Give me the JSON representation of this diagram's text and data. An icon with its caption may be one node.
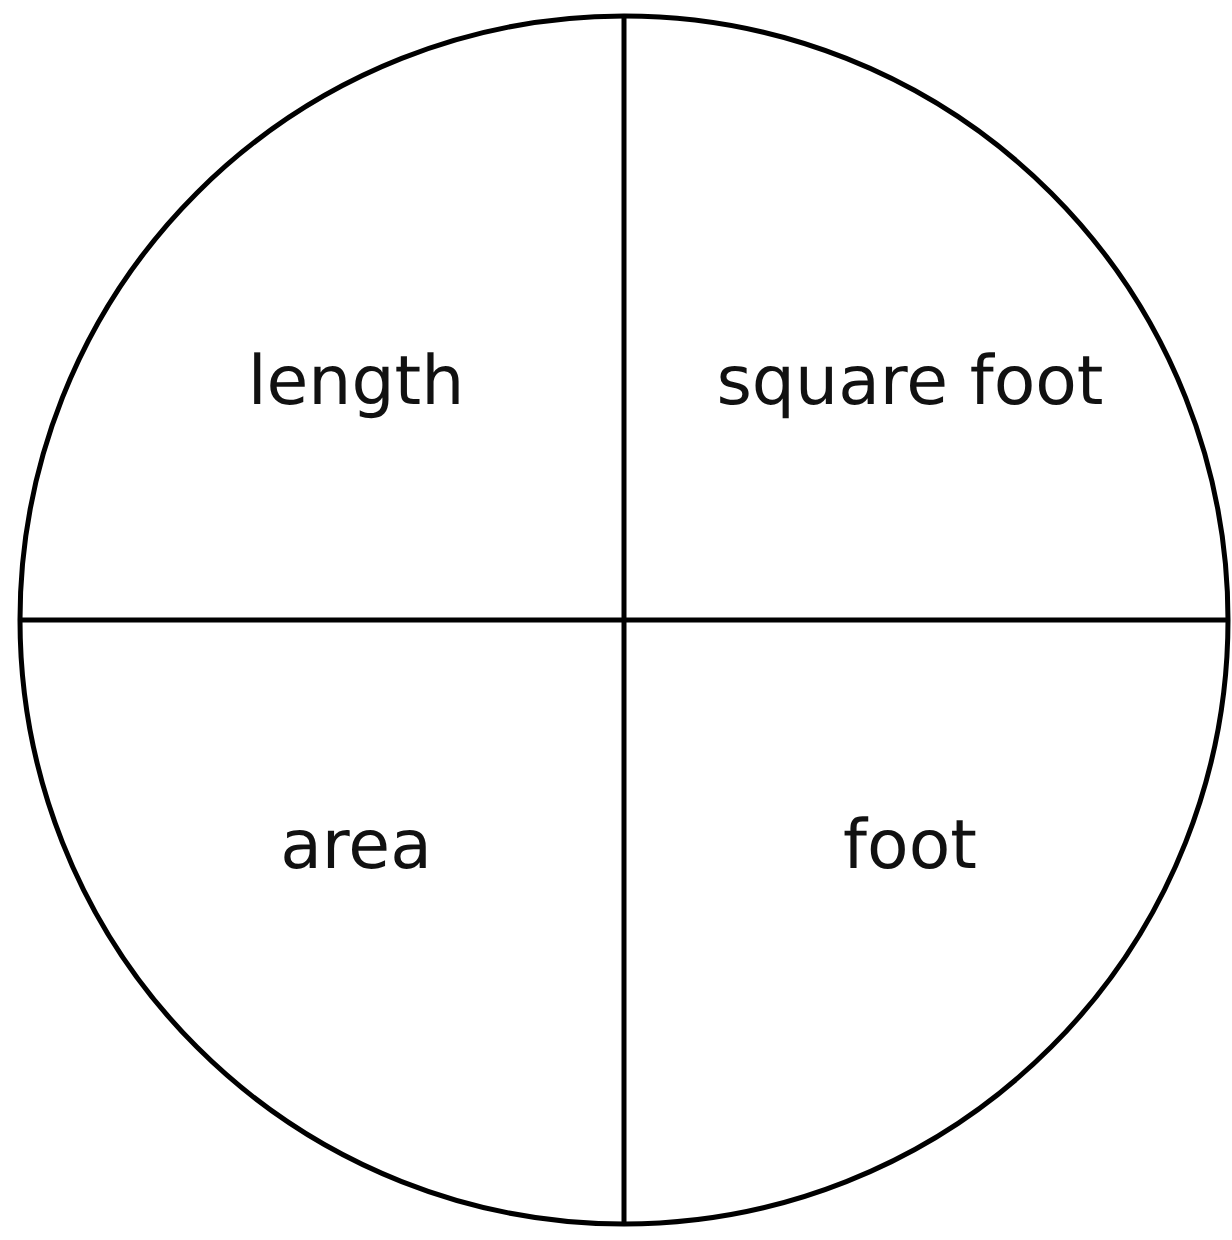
{
  "diagram": {
    "nodes": [
      {
        "text": [],
        "shape": "circle"
      },
      {
        "text": [
          "length"
        ],
        "in": 0
      },
      {
        "text": [
          "square foot"
        ],
        "in": 0
      },
      {
        "text": [
          "area"
        ],
        "in": 0
      },
      {
        "text": [
          "foot"
        ],
        "in": 0
      }
    ]
  }
}
